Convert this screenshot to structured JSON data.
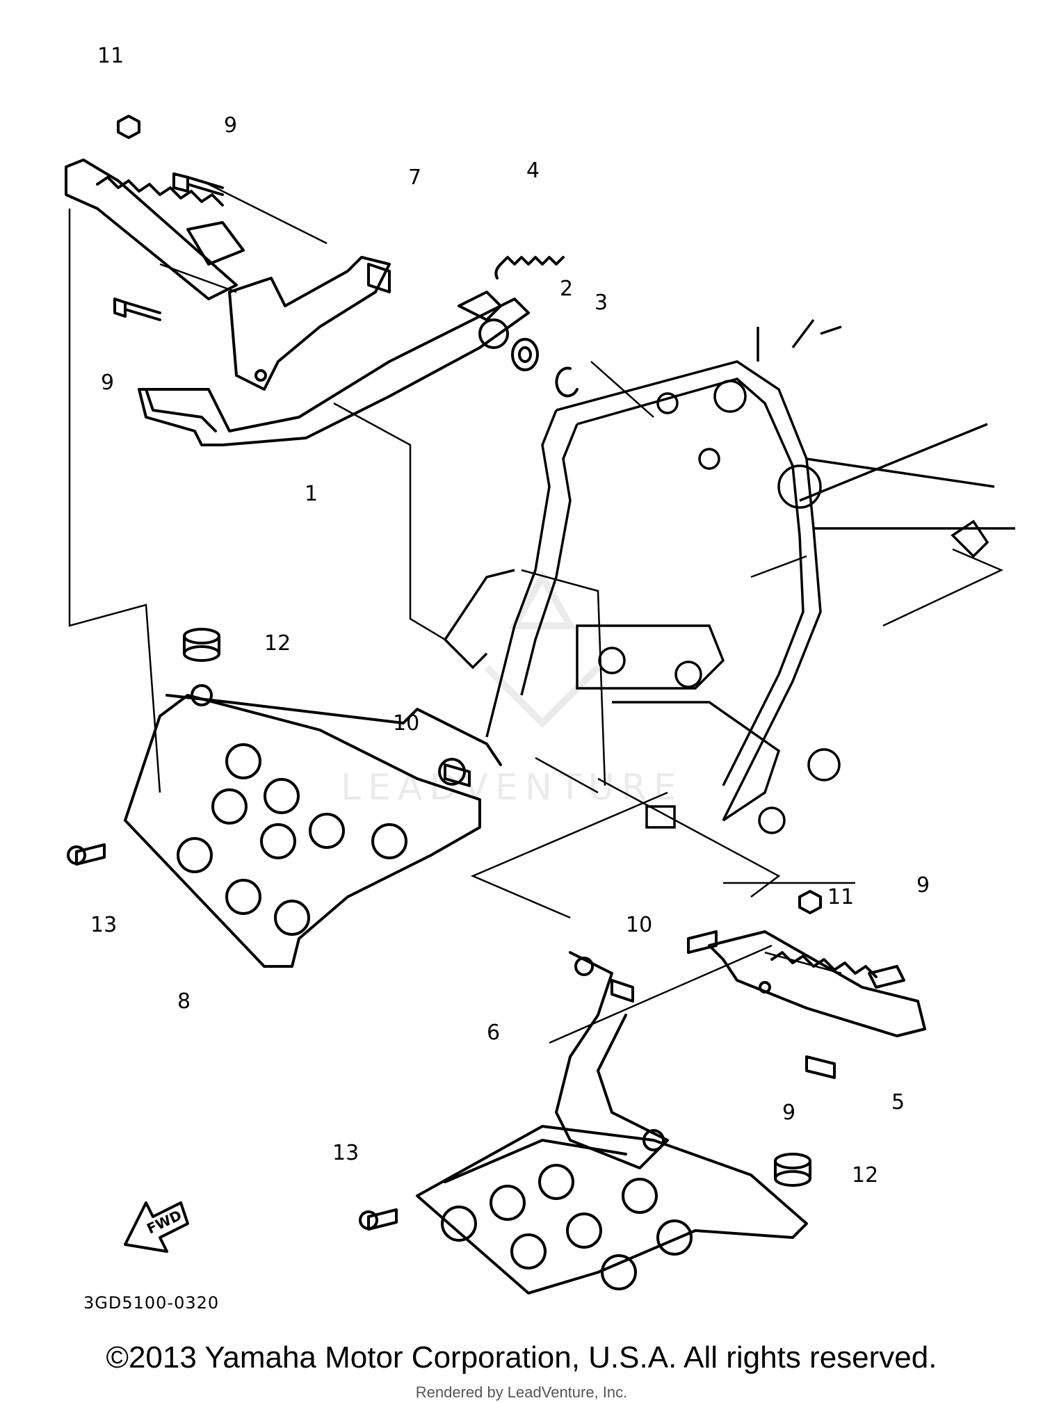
{
  "diagram": {
    "callouts": [
      "1",
      "2",
      "3",
      "4",
      "5",
      "6",
      "7",
      "8",
      "9",
      "9",
      "9",
      "9",
      "10",
      "10",
      "11",
      "11",
      "12",
      "12",
      "13",
      "13"
    ],
    "fwd_label": "FWD",
    "diagram_code": "3GD5100-0320",
    "watermark_text": "LEADVENTURE"
  },
  "footer": {
    "copyright": "©2013 Yamaha Motor Corporation, U.S.A. All rights reserved.",
    "rendered_by": "Rendered by LeadVenture, Inc."
  }
}
